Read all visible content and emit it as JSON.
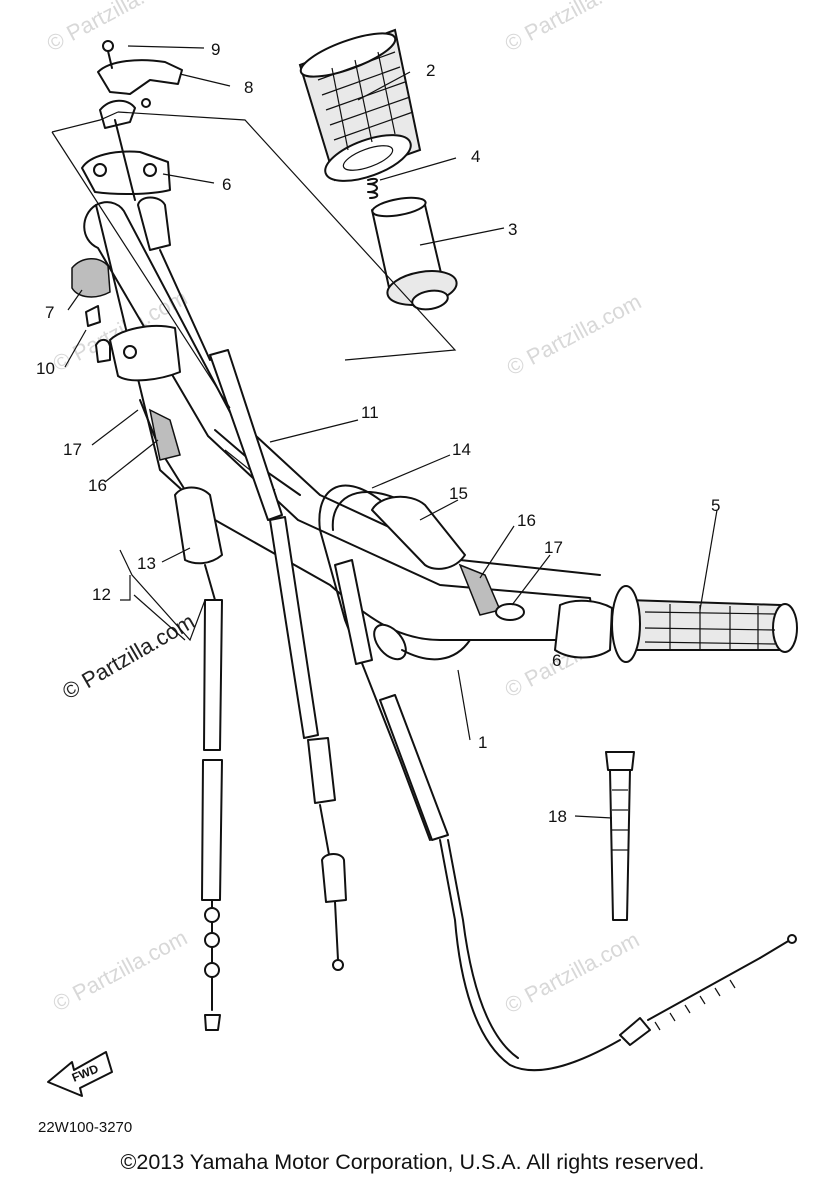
{
  "watermark": "© Partzilla.com",
  "diagram_code": "22W100-3270",
  "fwd_label": "FWD",
  "copyright": "©2013  Yamaha Motor Corporation, U.S.A. All rights reserved.",
  "callouts": {
    "c1": "1",
    "c2": "2",
    "c3": "3",
    "c4": "4",
    "c5": "5",
    "c6a": "6",
    "c6b": "6",
    "c7": "7",
    "c8": "8",
    "c9": "9",
    "c10": "10",
    "c11": "11",
    "c12": "12",
    "c13": "13",
    "c14": "14",
    "c15": "15",
    "c16a": "16",
    "c16b": "16",
    "c17a": "17",
    "c17b": "17",
    "c18": "18"
  }
}
